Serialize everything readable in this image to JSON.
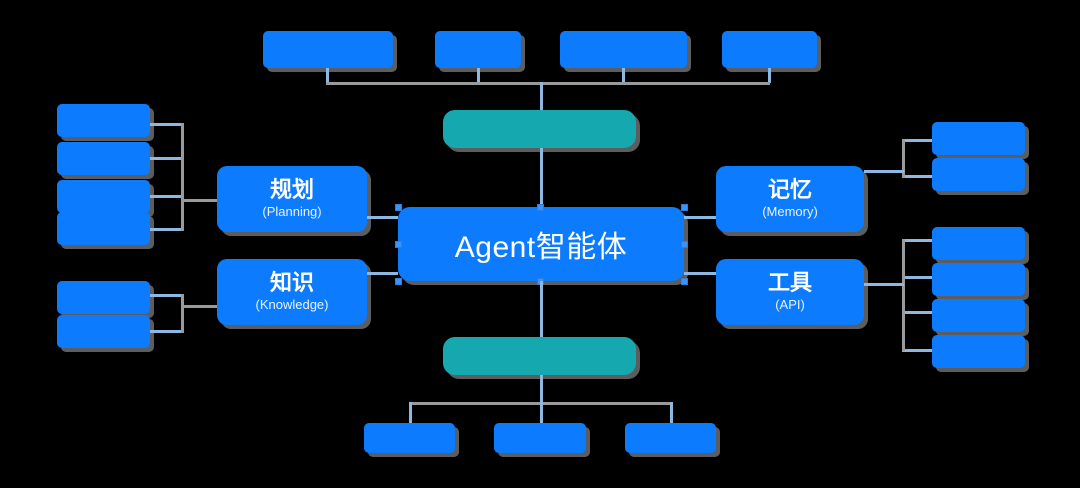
{
  "diagram": {
    "title_text": "Agent智能体",
    "background_color": "#000000",
    "colors": {
      "primary_blue": "#0c7bfe",
      "teal": "#15a9af",
      "connector_blue": "#8fb8e0",
      "connector_gray": "#9a9a9a",
      "shadow": "#5d5d5d",
      "text": "#ffffff",
      "subtext": "#e8f2ff"
    },
    "hub": {
      "label": "Agent智能体"
    },
    "teal_nodes": [
      {
        "id": "teal-top",
        "label": ""
      },
      {
        "id": "teal-bottom",
        "label": ""
      }
    ],
    "branches": [
      {
        "id": "planning",
        "cn": "规划",
        "en": "(Planning)",
        "side": "left"
      },
      {
        "id": "knowledge",
        "cn": "知识",
        "en": "(Knowledge)",
        "side": "left"
      },
      {
        "id": "memory",
        "cn": "记忆",
        "en": "(Memory)",
        "side": "right"
      },
      {
        "id": "tools",
        "cn": "工具",
        "en": "(API)",
        "side": "right"
      }
    ],
    "top_row_nodes": [
      {
        "id": "top-1",
        "label": ""
      },
      {
        "id": "top-2",
        "label": ""
      },
      {
        "id": "top-3",
        "label": ""
      },
      {
        "id": "top-4",
        "label": ""
      }
    ],
    "bottom_row_nodes": [
      {
        "id": "bottom-1",
        "label": ""
      },
      {
        "id": "bottom-2",
        "label": ""
      },
      {
        "id": "bottom-3",
        "label": ""
      }
    ],
    "planning_leaves": [
      {
        "id": "planning-leaf-1",
        "label": ""
      },
      {
        "id": "planning-leaf-2",
        "label": ""
      },
      {
        "id": "planning-leaf-3",
        "label": ""
      },
      {
        "id": "planning-leaf-4",
        "label": ""
      }
    ],
    "knowledge_leaves": [
      {
        "id": "knowledge-leaf-1",
        "label": ""
      },
      {
        "id": "knowledge-leaf-2",
        "label": ""
      }
    ],
    "memory_leaves": [
      {
        "id": "memory-leaf-1",
        "label": ""
      },
      {
        "id": "memory-leaf-2",
        "label": ""
      }
    ],
    "tools_leaves": [
      {
        "id": "tools-leaf-1",
        "label": ""
      },
      {
        "id": "tools-leaf-2",
        "label": ""
      },
      {
        "id": "tools-leaf-3",
        "label": ""
      },
      {
        "id": "tools-leaf-4",
        "label": ""
      }
    ]
  }
}
